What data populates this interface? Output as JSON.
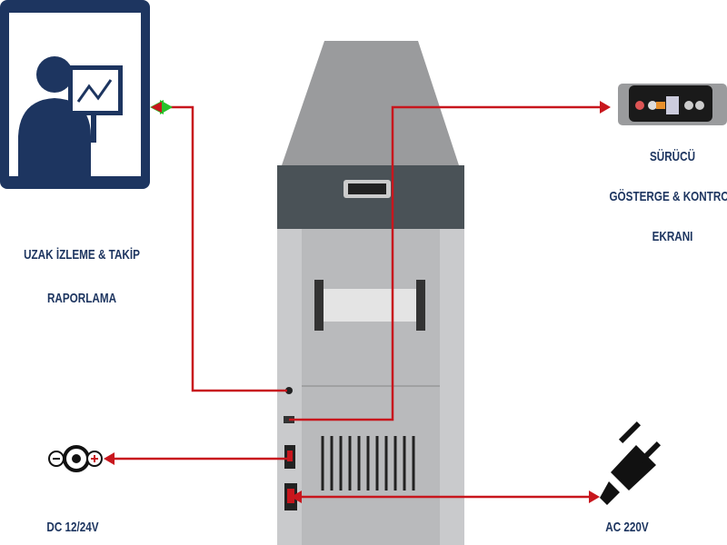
{
  "remote": {
    "line1": "UZAK İZLEME & TAKİP",
    "line2": "RAPORLAMA"
  },
  "display": {
    "line1": "SÜRÜCÜ",
    "line2": "GÖSTERGE & KONTROL",
    "line3": "EKRANI"
  },
  "dc": {
    "label": "DC 12/24V"
  },
  "ac": {
    "label": "AC 220V"
  },
  "colors": {
    "navy": "#1d3560",
    "red": "#c8161d",
    "green": "#27c22a"
  }
}
